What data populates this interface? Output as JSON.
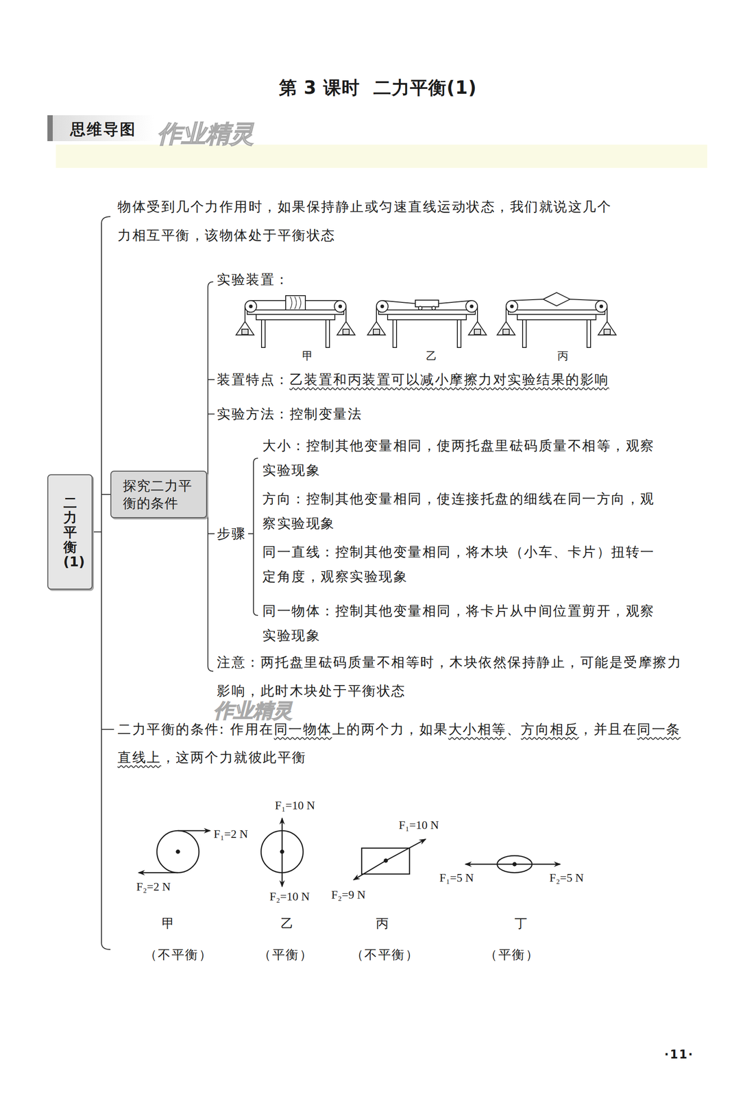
{
  "diagram": {
    "title": "第 3 课时  二力平衡(1)",
    "nodes": [
      {
        "text": [
          "二力平衡(1)"
        ]
      },
      {
        "text": [
          "探究二力平衡的条件"
        ]
      }
    ],
    "edges": [
      {
        "from": 0,
        "to": 1,
        "arrow": "none"
      }
    ],
    "labels": [
      "思维导图",
      "作业精灵",
      "物体受到几个力作用时，如果保持静止或匀速直线运动状态，我们就说这几个力相互平衡，该物体处于平衡状态",
      "实验装置：",
      "甲",
      "乙",
      "丙",
      "装置特点：",
      "乙装置和丙装置可以减小摩擦力对实验结果的影响",
      "实验方法：控制变量法",
      "步骤",
      "大小：控制其他变量相同，使两托盘里砝码质量不相等，观察实验现象",
      "方向：控制其他变量相同，使连接托盘的细线在同一方向，观察实验现象",
      "同一直线：控制其他变量相同，将木块（小车、卡片）扭转一定角度，观察实验现象",
      "同一物体：控制其他变量相同，将卡片从中间位置剪开，观察实验现象",
      "注意：两托盘里砝码质量不相等时，木块依然保持静止，可能是受摩擦力影响，此时木块处于平衡状态",
      "作业精灵",
      "二力平衡的条件: 作用在",
      "同一物体",
      "上的两个力，如果",
      "大小相等",
      "、",
      "方向相反",
      "，并且在",
      "同一条直线上",
      "，这两个力就彼此平衡",
      "F₁=2 N",
      "F₂=2 N",
      "F₁=10 N",
      "F₂=10 N",
      "F₁=10 N",
      "F₂=9 N",
      "F₁=5 N",
      "F₂=5 N",
      "甲",
      "乙",
      "丙",
      "丁",
      "（不平衡）",
      "（平衡）",
      "（不平衡）",
      "（平衡）",
      "·11·"
    ]
  }
}
